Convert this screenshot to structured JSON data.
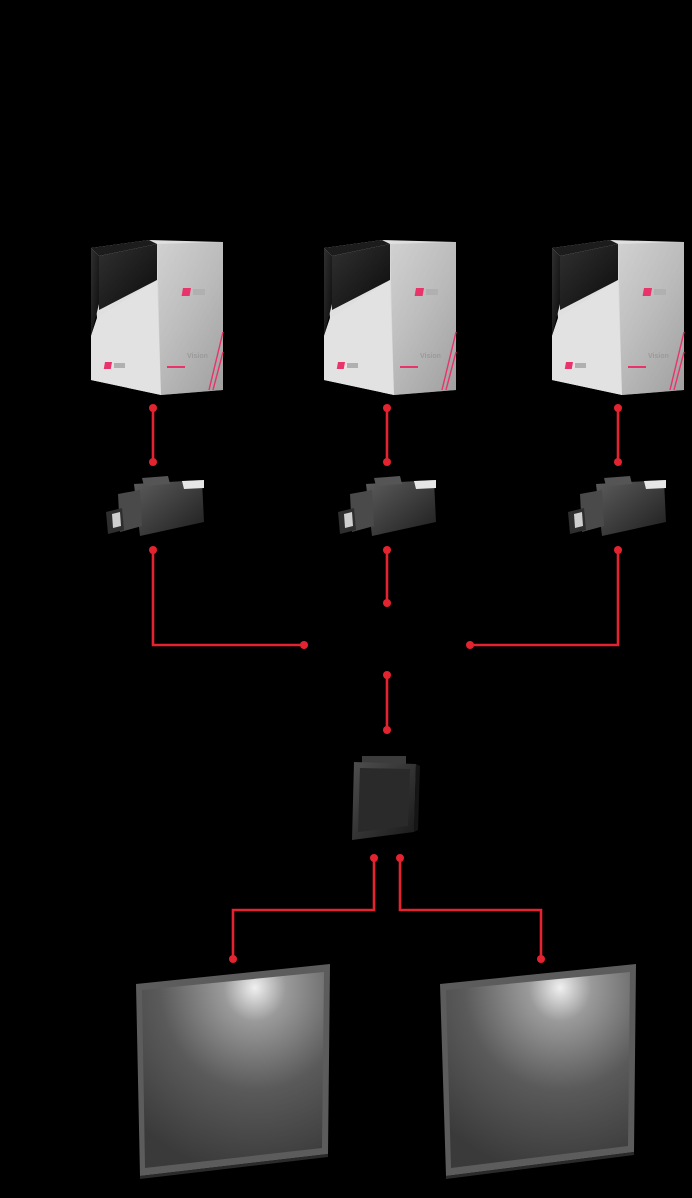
{
  "colors": {
    "background": "#000000",
    "wire": "#e3232f",
    "accent": "#e8336b",
    "housing_white": "#dcdcdc",
    "housing_shadow": "#a8a8a8",
    "housing_dark": "#1c1c1c",
    "metal": "#3a3a3a",
    "screen_frame": "#5a5a5a"
  },
  "devices": {
    "camera_units": [
      {
        "brand": "Vision"
      },
      {
        "brand": "Vision"
      },
      {
        "brand": "Vision"
      }
    ],
    "camera_heads": [
      {},
      {},
      {}
    ],
    "hub": {},
    "monitors": [
      {},
      {}
    ]
  },
  "icons": {
    "camera_unit": "camera-housing-icon",
    "camera_head": "camera-head-icon",
    "hub": "control-box-icon",
    "monitor": "monitor-icon",
    "logo": "brand-logo-icon"
  }
}
